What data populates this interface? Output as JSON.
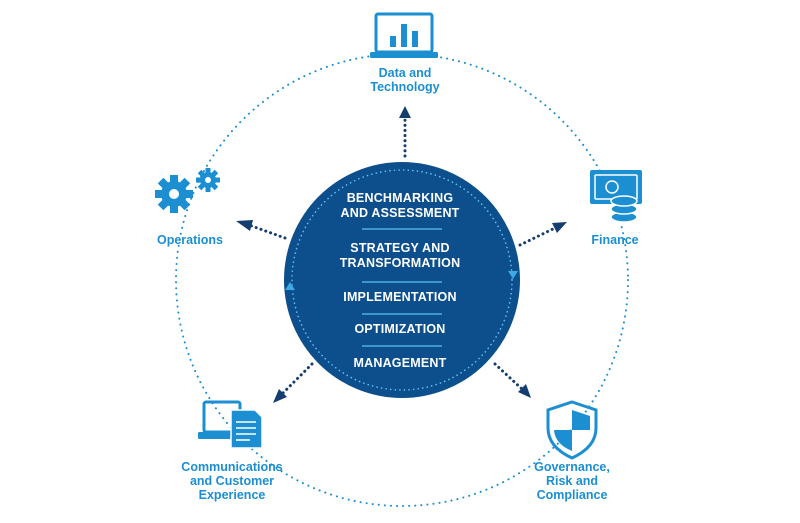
{
  "center": {
    "stages": [
      {
        "line1": "BENCHMARKING",
        "line2": "AND ASSESSMENT"
      },
      {
        "line1": "STRATEGY AND",
        "line2": "TRANSFORMATION"
      },
      {
        "line1": "IMPLEMENTATION",
        "line2": ""
      },
      {
        "line1": "OPTIMIZATION",
        "line2": ""
      },
      {
        "line1": "MANAGEMENT",
        "line2": ""
      }
    ]
  },
  "nodes": [
    {
      "line1": "Data and",
      "line2": "Technology",
      "line3": "",
      "icon": "laptop-chart-icon"
    },
    {
      "line1": "Finance",
      "line2": "",
      "line3": "",
      "icon": "money-coins-icon"
    },
    {
      "line1": "Governance,",
      "line2": "Risk and",
      "line3": "Compliance",
      "icon": "shield-icon"
    },
    {
      "line1": "Communications",
      "line2": "and Customer",
      "line3": "Experience",
      "icon": "laptop-document-icon"
    },
    {
      "line1": "Operations",
      "line2": "",
      "line3": "",
      "icon": "gears-icon"
    }
  ],
  "colors": {
    "accent": "#1b8fd1",
    "center_fill": "#0c4f8c",
    "arrow": "#153e70",
    "center_text": "#ffffff"
  }
}
